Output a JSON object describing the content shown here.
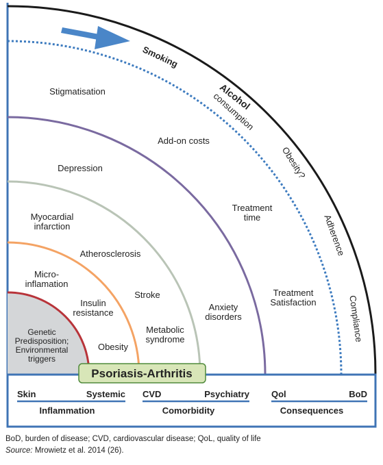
{
  "title": "Psoriasis-Arthritis",
  "core": {
    "lines": [
      "Genetic",
      "Predisposition;",
      "Environmental",
      "triggers"
    ]
  },
  "labels": {
    "smoking": "Smoking",
    "alcohol_1": "Alcohol",
    "alcohol_2": "consumption",
    "obesity_q": "Obesity?",
    "adherence": "Adherence",
    "compliance": "Compliance",
    "stigmatisation": "Stigmatisation",
    "add_on_costs": "Add-on costs",
    "depression": "Depression",
    "treatment_time_1": "Treatment",
    "treatment_time_2": "time",
    "myocardial_1": "Myocardial",
    "myocardial_2": "infarction",
    "atherosclerosis": "Atherosclerosis",
    "micro_1": "Micro-",
    "micro_2": "inflamation",
    "insulin_1": "Insulin",
    "insulin_2": "resistance",
    "stroke": "Stroke",
    "anxiety_1": "Anxiety",
    "anxiety_2": "disorders",
    "satisfaction_1": "Treatment",
    "satisfaction_2": "Satisfaction",
    "metabolic_1": "Metabolic",
    "metabolic_2": "syndrome",
    "obesity": "Obesity"
  },
  "legend": {
    "groups": [
      {
        "left": "Skin",
        "right": "Systemic",
        "category": "Inflammation"
      },
      {
        "left": "CVD",
        "right": "Psychiatry",
        "category": "Comorbidity"
      },
      {
        "left": "Qol",
        "right": "BoD",
        "category": "Consequences"
      }
    ]
  },
  "colors": {
    "core_fill": "#d4d6d8",
    "core_ring": "#b8343a",
    "orange_ring": "#f4a364",
    "gray_ring": "#b9c4b6",
    "purple_ring": "#7a6aa0",
    "dotted_ring": "#3d7bbf",
    "outer_ring": "#1a1a1a",
    "frame_blue": "#3f74b5",
    "title_box": "#d8e6b8",
    "title_border": "#4f8a3a"
  },
  "caption": {
    "line1": "BoD, burden of disease; CVD, cardiovascular disease; QoL, quality of life",
    "source_label": "Source:",
    "source_text": " Mrowietz et al. 2014 (26)."
  }
}
